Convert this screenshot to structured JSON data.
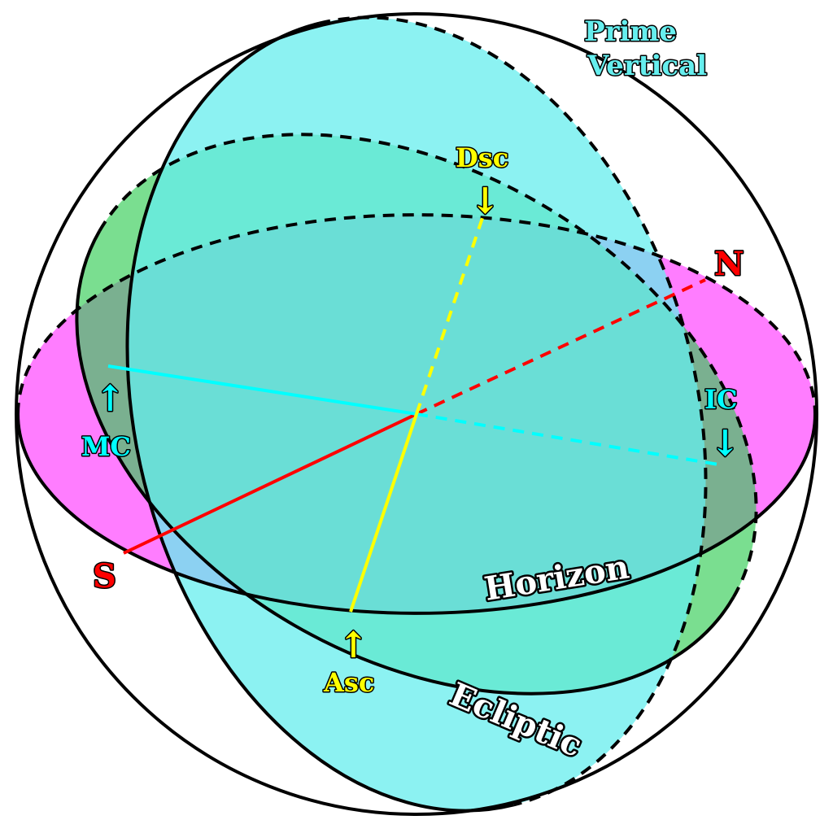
{
  "labels": {
    "prime_vertical_line1": "Prime",
    "prime_vertical_line2": "Vertical",
    "dsc": "Dsc",
    "n": "N",
    "ic": "IC",
    "mc": "MC",
    "s": "S",
    "asc": "Asc",
    "horizon": "Horizon",
    "ecliptic": "Ecliptic",
    "arrow_down": "↓",
    "arrow_up": "↑"
  },
  "colors": {
    "horizon": "#ff66ff",
    "ecliptic": "#33cc55",
    "prime_vertical": "#66eeee",
    "meridian_line": "#ff0000",
    "ecliptic_axis": "#ffff00",
    "mc_ic_axis": "#00ffff",
    "outline": "#000000"
  }
}
